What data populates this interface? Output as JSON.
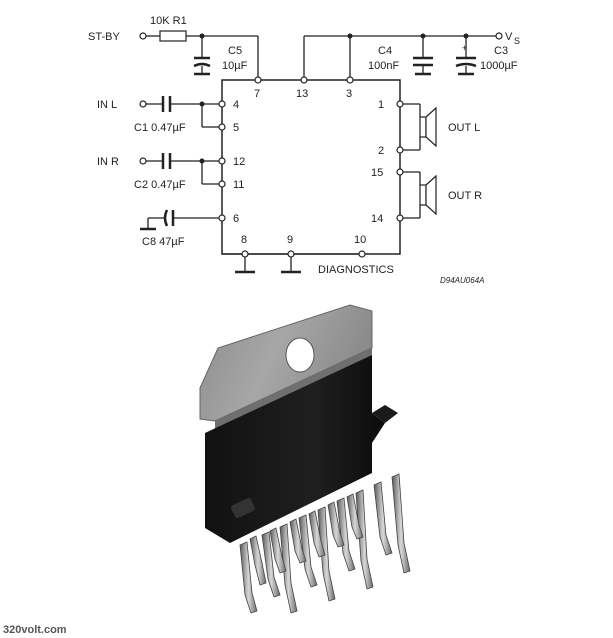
{
  "schematic": {
    "inputs": {
      "stby": "ST-BY",
      "in_l": "IN L",
      "in_r": "IN R",
      "vs": "V",
      "vs_sub": "S"
    },
    "components": {
      "r1": "10K R1",
      "c5_name": "C5",
      "c5_value": "10µF",
      "c4_name": "C4",
      "c4_value": "100nF",
      "c3_name": "C3",
      "c3_value": "1000µF",
      "c1": "C1 0.47µF",
      "c2": "C2 0.47µF",
      "c8": "C8 47µF"
    },
    "pins": [
      "1",
      "2",
      "3",
      "4",
      "5",
      "6",
      "7",
      "8",
      "9",
      "10",
      "11",
      "12",
      "13",
      "14",
      "15"
    ],
    "outputs": {
      "out_l": "OUT L",
      "out_r": "OUT R"
    },
    "diagnostics": "DIAGNOSTICS",
    "code": "D94AU064A"
  },
  "watermark": "320volt.com"
}
